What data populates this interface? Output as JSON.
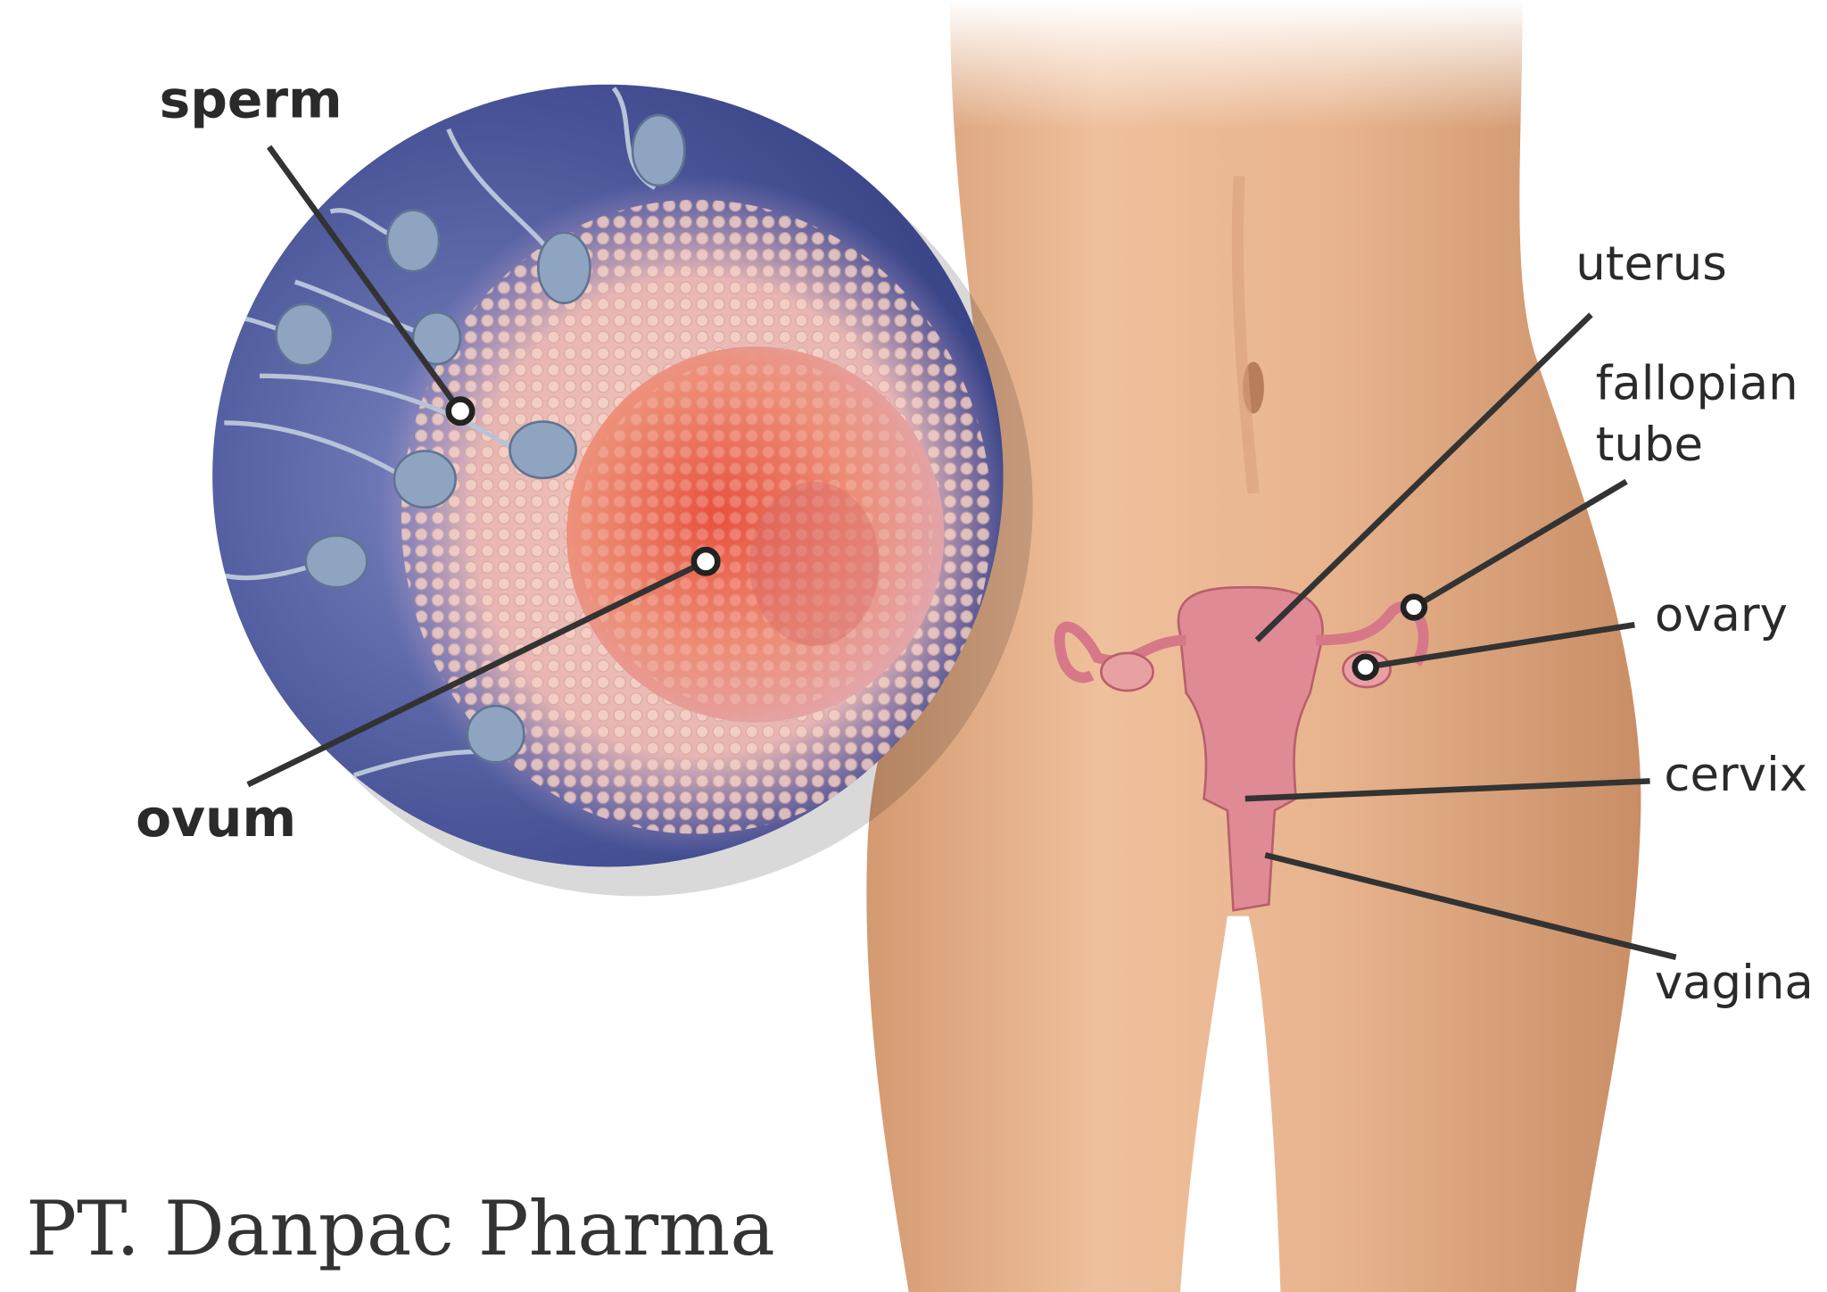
{
  "labels": {
    "sperm": "sperm",
    "ovum": "ovum",
    "uterus": "uterus",
    "fallopian_tube_line1": "fallopian",
    "fallopian_tube_line2": "tube",
    "ovary": "ovary",
    "cervix": "cervix",
    "vagina": "vagina"
  },
  "watermark": "PT. Danpac Pharma",
  "colors": {
    "skin": "#e8b48e",
    "background_blue": "#3f4a8f",
    "ovum": "#e8604a",
    "granulosa": "#f0c4b8",
    "uterus": "#e08a95",
    "leader": "#333333"
  }
}
